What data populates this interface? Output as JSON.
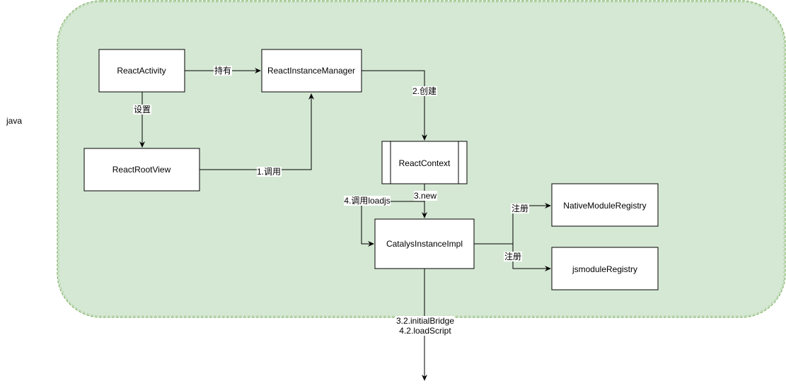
{
  "diagram": {
    "side_label": "java",
    "container": {
      "fill": "#d5e8d4",
      "stroke": "#82b366",
      "style": "dashed"
    },
    "nodes": {
      "react_activity": "ReactActivity",
      "react_instance_manager": "ReactInstanceManager",
      "react_root_view": "ReactRootView",
      "react_context": "ReactContext",
      "catalys_instance_impl": "CatalysInstanceImpl",
      "native_module_registry": "NativeModuleRegistry",
      "jsmodule_registry": "jsmoduleRegistry"
    },
    "edges": {
      "hold": "持有",
      "set": "设置",
      "call_1": "1.调用",
      "create_2": "2.创建",
      "new_3": "3.new",
      "call_loadjs_4": "4.调用loadjs",
      "register_native": "注册",
      "register_js": "注册",
      "bridge_line1": "3.2.initialBridge",
      "bridge_line2": "4.2.loadScript"
    }
  }
}
